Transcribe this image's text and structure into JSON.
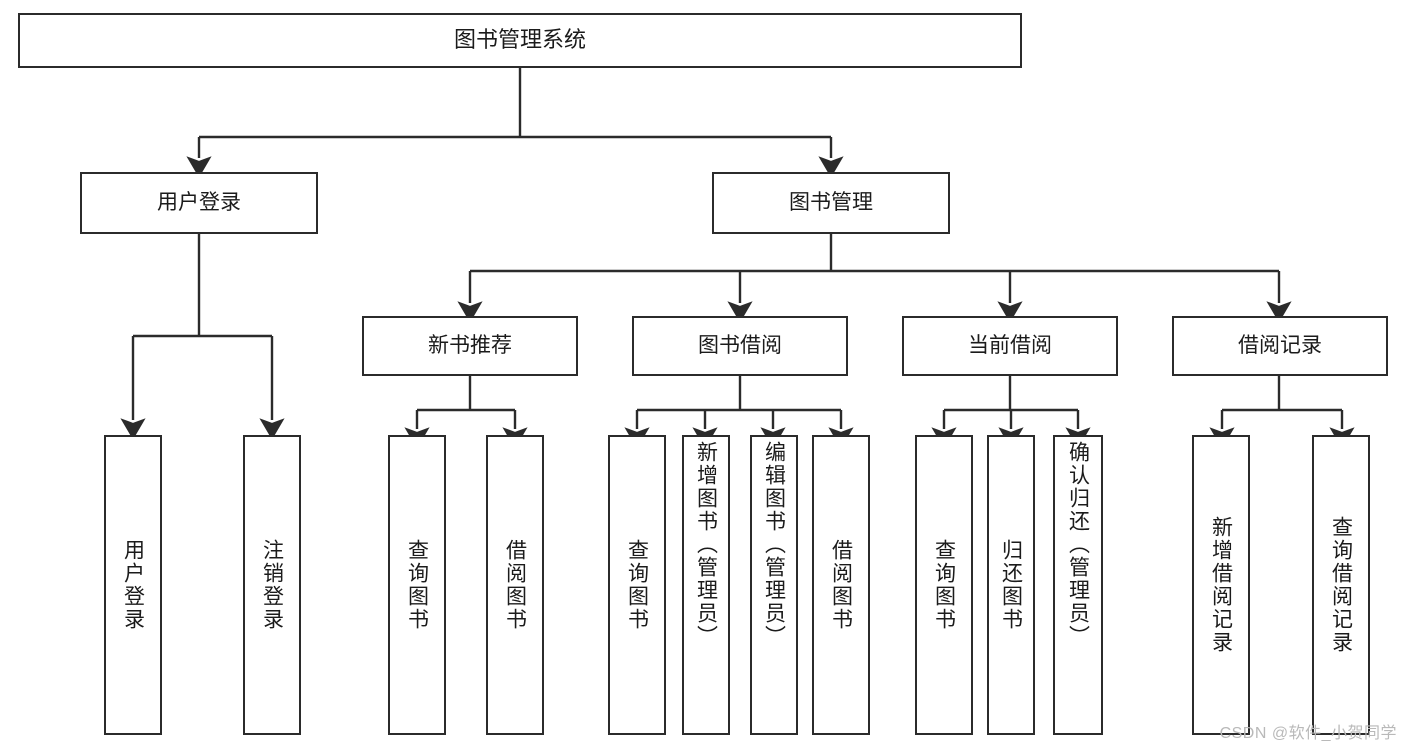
{
  "diagram": {
    "title": "图书管理系统",
    "watermark": "CSDN @软件_小贺同学",
    "accent_color": "#2b2b2b",
    "background_color": "#ffffff",
    "nodes": {
      "root": {
        "label": "图书管理系统"
      },
      "level2": [
        {
          "label": "用户登录"
        },
        {
          "label": "图书管理"
        }
      ],
      "level3": [
        {
          "label": "新书推荐"
        },
        {
          "label": "图书借阅"
        },
        {
          "label": "当前借阅"
        },
        {
          "label": "借阅记录"
        }
      ],
      "leaves_user_login": [
        {
          "label": "用户登录"
        },
        {
          "label": "注销登录"
        }
      ],
      "leaves_new_book": [
        {
          "label": "查询图书"
        },
        {
          "label": "借阅图书"
        }
      ],
      "leaves_borrow": [
        {
          "label": "查询图书"
        },
        {
          "label": "新增图书（管理员）"
        },
        {
          "label": "编辑图书（管理员）"
        },
        {
          "label": "借阅图书"
        }
      ],
      "leaves_current": [
        {
          "label": "查询图书"
        },
        {
          "label": "归还图书"
        },
        {
          "label": "确认归还（管理员）"
        }
      ],
      "leaves_record": [
        {
          "label": "新增借阅记录"
        },
        {
          "label": "查询借阅记录"
        }
      ]
    }
  }
}
